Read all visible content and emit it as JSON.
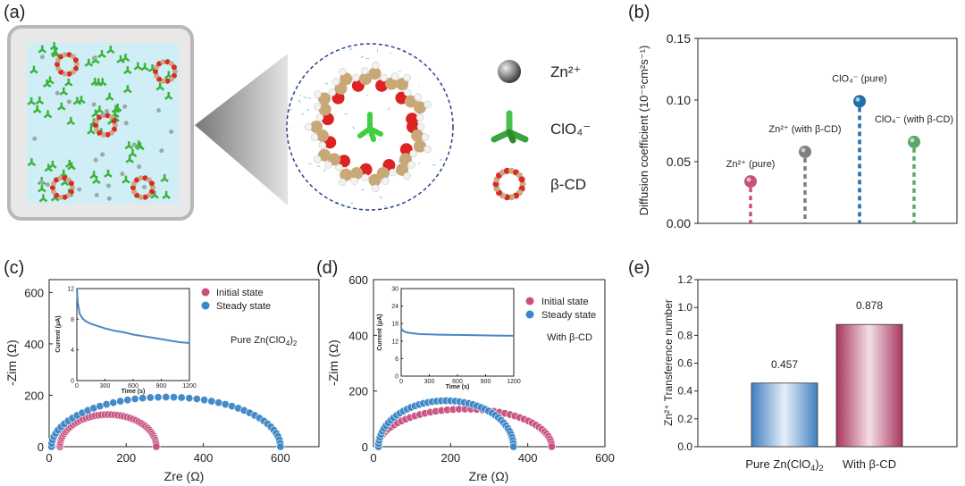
{
  "panel_labels": {
    "a": "(a)",
    "b": "(b)",
    "c": "(c)",
    "d": "(d)",
    "e": "(e)"
  },
  "legend_a": {
    "zn": "Zn²⁺",
    "clo4": "ClO₄⁻",
    "bcd": "β-CD"
  },
  "colors": {
    "pink": "#c8507f",
    "blue": "#3b86c7",
    "gray": "#808080",
    "darkblue": "#1f6fa8",
    "green": "#5aa86c",
    "inset_line": "#4a86c4"
  },
  "chart_data": [
    {
      "id": "b",
      "type": "scatter",
      "ylabel": "Diffusion coefficient (10⁻⁵cm²s⁻¹)",
      "ylim": [
        0,
        0.15
      ],
      "yticks": [
        "0.00",
        "0.05",
        "0.10",
        "0.15"
      ],
      "points": [
        {
          "label": "Zn²⁺ (pure)",
          "value": 0.034,
          "color": "#c8507f"
        },
        {
          "label": "Zn²⁺ (with β-CD)",
          "value": 0.058,
          "color": "#808080"
        },
        {
          "label": "ClO₄⁻ (pure)",
          "value": 0.099,
          "color": "#1f6fa8"
        },
        {
          "label": "ClO₄⁻ (with β-CD)",
          "value": 0.066,
          "color": "#5aa86c"
        }
      ]
    },
    {
      "id": "c",
      "type": "scatter",
      "xlabel": "Zre (Ω)",
      "ylabel": "-Zim (Ω)",
      "xlim": [
        0,
        700
      ],
      "ylim": [
        0,
        650
      ],
      "xticks": [
        "0",
        "200",
        "400",
        "600"
      ],
      "yticks": [
        "0",
        "200",
        "400",
        "600"
      ],
      "legend": [
        "Initial state",
        "Steady state"
      ],
      "annotation": "Pure Zn(ClO₄)₂",
      "series": [
        {
          "name": "Initial state",
          "center": 153,
          "radius": 125,
          "top": 125
        },
        {
          "name": "Steady state",
          "center": 303,
          "radius": 297,
          "top": 193
        }
      ],
      "inset": {
        "xlabel": "Time (s)",
        "ylabel": "Current (μA)",
        "xlim": [
          0,
          1200
        ],
        "ylim": [
          0,
          12
        ],
        "xticks": [
          "0",
          "300",
          "600",
          "900",
          "1200"
        ],
        "yticks": [
          "0",
          "4",
          "8",
          "12"
        ],
        "t": [
          0,
          10,
          30,
          60,
          100,
          150,
          200,
          300,
          400,
          500,
          600,
          700,
          800,
          900,
          1000,
          1100,
          1200
        ],
        "i": [
          12,
          10.2,
          8.7,
          8.1,
          7.7,
          7.4,
          7.2,
          6.8,
          6.5,
          6.3,
          6.0,
          5.8,
          5.6,
          5.4,
          5.2,
          5.0,
          4.9
        ]
      }
    },
    {
      "id": "d",
      "type": "scatter",
      "xlabel": "Zre (Ω)",
      "ylabel": "-Zim (Ω)",
      "xlim": [
        0,
        600
      ],
      "ylim": [
        0,
        600
      ],
      "xticks": [
        "0",
        "200",
        "400",
        "600"
      ],
      "yticks": [
        "0",
        "200",
        "400",
        "600"
      ],
      "legend": [
        "Initial state",
        "Steady state"
      ],
      "annotation": "With β-CD",
      "series": [
        {
          "name": "Initial state",
          "center": 237,
          "radius": 225,
          "top": 135
        },
        {
          "name": "Steady state",
          "center": 188,
          "radius": 175,
          "top": 165
        }
      ],
      "inset": {
        "xlabel": "Time (s)",
        "ylabel": "Current (μA)",
        "xlim": [
          0,
          1200
        ],
        "ylim": [
          0,
          30
        ],
        "xticks": [
          "0",
          "300",
          "600",
          "900",
          "1200"
        ],
        "yticks": [
          "0",
          "6",
          "12",
          "18",
          "24",
          "30"
        ],
        "t": [
          0,
          10,
          30,
          60,
          100,
          200,
          300,
          400,
          600,
          800,
          1000,
          1200
        ],
        "i": [
          16.5,
          15.8,
          15.3,
          15.0,
          14.8,
          14.4,
          14.3,
          14.2,
          14.1,
          14.0,
          13.9,
          13.8
        ]
      }
    },
    {
      "id": "e",
      "type": "bar",
      "ylabel": "Zn²⁺ Transference number",
      "ylim": [
        0,
        1.2
      ],
      "yticks": [
        "0.0",
        "0.2",
        "0.4",
        "0.6",
        "0.8",
        "1.0",
        "1.2"
      ],
      "categories": [
        "Pure Zn(ClO₄)₂",
        "With β-CD"
      ],
      "values": [
        0.457,
        0.878
      ],
      "value_labels": [
        "0.457",
        "0.878"
      ]
    }
  ]
}
